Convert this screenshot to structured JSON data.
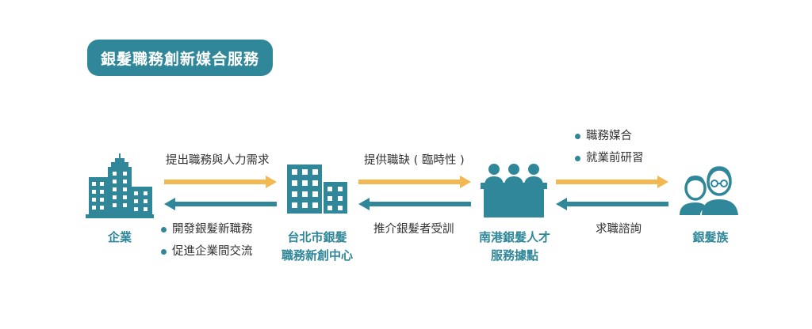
{
  "title": "銀髮職務創新媒合服務",
  "colors": {
    "teal": "#2f8799",
    "orange": "#f2b851",
    "text": "#333333"
  },
  "nodes": {
    "enterprise": {
      "label": "企業",
      "icon": "office-buildings-icon"
    },
    "center": {
      "label_line1": "台北市銀髮",
      "label_line2": "職務新創中心",
      "icon": "office-building-icon"
    },
    "talent": {
      "label_line1": "南港銀髮人才",
      "label_line2": "服務據點",
      "icon": "service-desk-staff-icon"
    },
    "seniors": {
      "label": "銀髮族",
      "icon": "elderly-couple-icon"
    }
  },
  "flows": {
    "enterprise_to_center": "提出職務與人力需求",
    "center_to_enterprise_items": [
      "開發銀髮新職務",
      "促進企業間交流"
    ],
    "center_to_talent": "提供職缺 ( 臨時性 )",
    "talent_to_center": "推介銀髮者受訓",
    "talent_to_seniors_items": [
      "職務媒合",
      "就業前研習"
    ],
    "seniors_to_talent": "求職諮詢"
  }
}
